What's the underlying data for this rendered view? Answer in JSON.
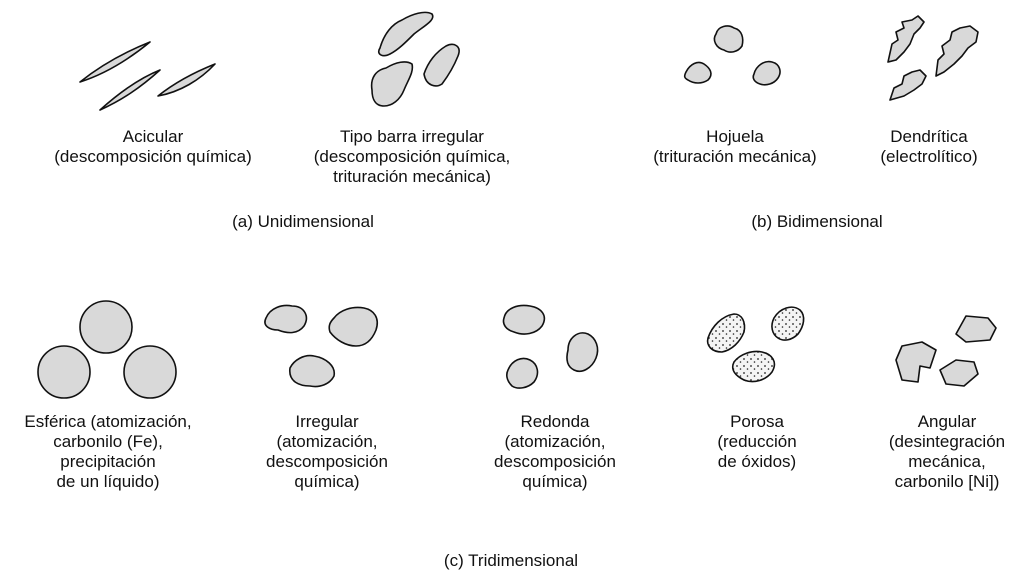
{
  "groups": {
    "uni": "(a) Unidimensional",
    "bi": "(b) Bidimensional",
    "tri": "(c) Tridimensional"
  },
  "particles": {
    "acicular": "Acicular\n(descomposición química)",
    "barra": "Tipo barra irregular\n(descomposición química,\ntrituración mecánica)",
    "hojuela": "Hojuela\n(trituración mecánica)",
    "dendritica": "Dendrítica\n(electrolítico)",
    "esferica": "Esférica (atomización,\ncarbonilo (Fe),\nprecipitación\nde un líquido)",
    "irregular": "Irregular\n(atomización,\ndescomposición\nquímica)",
    "redonda": "Redonda\n(atomización,\ndescomposición\nquímica)",
    "porosa": "Porosa\n(reducción\nde óxidos)",
    "angular": "Angular\n(desintegración\nmecánica,\ncarbonilo [Ni])"
  }
}
